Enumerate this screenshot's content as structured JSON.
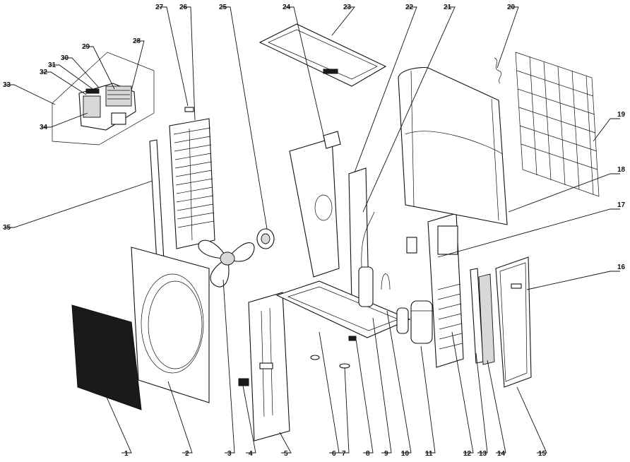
{
  "labels": [
    {
      "id": "1",
      "text": "1"
    },
    {
      "id": "2",
      "text": "2"
    },
    {
      "id": "3",
      "text": "3"
    },
    {
      "id": "4",
      "text": "4"
    },
    {
      "id": "5",
      "text": "5"
    },
    {
      "id": "6",
      "text": "6"
    },
    {
      "id": "7",
      "text": "7"
    },
    {
      "id": "8",
      "text": "8"
    },
    {
      "id": "9",
      "text": "9"
    },
    {
      "id": "10",
      "text": "10"
    },
    {
      "id": "11",
      "text": "11"
    },
    {
      "id": "12",
      "text": "12"
    },
    {
      "id": "13",
      "text": "13"
    },
    {
      "id": "14",
      "text": "14"
    },
    {
      "id": "15",
      "text": "15"
    },
    {
      "id": "16",
      "text": "16"
    },
    {
      "id": "17",
      "text": "17"
    },
    {
      "id": "18",
      "text": "18"
    },
    {
      "id": "19",
      "text": "19"
    },
    {
      "id": "20",
      "text": "20"
    },
    {
      "id": "21",
      "text": "21"
    },
    {
      "id": "22",
      "text": "22"
    },
    {
      "id": "23",
      "text": "23"
    },
    {
      "id": "24",
      "text": "24"
    },
    {
      "id": "25",
      "text": "25"
    },
    {
      "id": "26",
      "text": "26"
    },
    {
      "id": "27",
      "text": "27"
    },
    {
      "id": "28",
      "text": "28"
    },
    {
      "id": "29",
      "text": "29"
    },
    {
      "id": "30",
      "text": "30"
    },
    {
      "id": "31",
      "text": "31"
    },
    {
      "id": "32",
      "text": "32"
    },
    {
      "id": "33",
      "text": "33"
    },
    {
      "id": "34",
      "text": "34"
    },
    {
      "id": "35",
      "text": "35"
    }
  ]
}
